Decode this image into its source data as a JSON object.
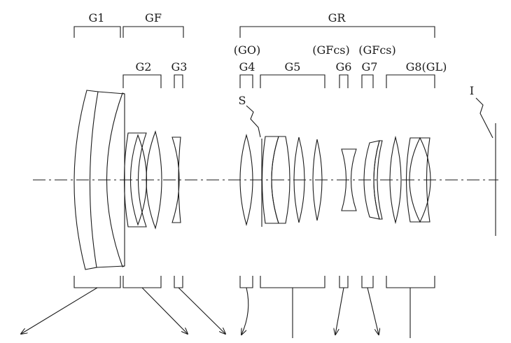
{
  "labels": {
    "g1": "G1",
    "gf": "GF",
    "gr": "GR",
    "go": "(GO)",
    "gfcs_1": "(GFcs)",
    "gfcs_2": "(GFcs)",
    "g2": "G2",
    "g3": "G3",
    "g4": "G4",
    "g5": "G5",
    "g6": "G6",
    "g7": "G7",
    "g8": "G8(GL)",
    "stop": "S",
    "image_plane": "I"
  }
}
